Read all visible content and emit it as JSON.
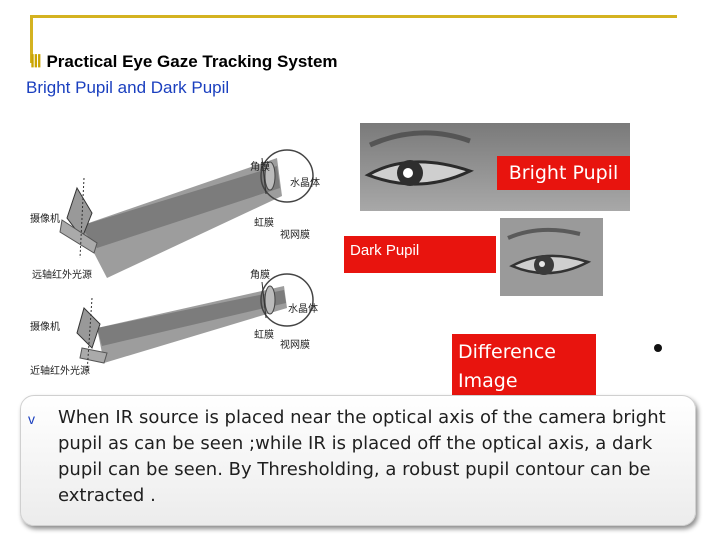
{
  "slide": {
    "title_numeral": "Ⅲ",
    "title": "Practical Eye Gaze Tracking System",
    "subtitle": "Bright Pupil and Dark Pupil"
  },
  "diagram": {
    "upper": {
      "cornea": "角膜",
      "lens": "水晶体",
      "iris": "虹膜",
      "retina": "视网膜",
      "camera": "摄像机",
      "source": "远轴红外光源"
    },
    "lower": {
      "cornea": "角膜",
      "lens": "水晶体",
      "iris": "虹膜",
      "retina": "视网膜",
      "camera": "摄像机",
      "source": "近轴红外光源"
    }
  },
  "labels": {
    "bright_pupil": "Bright Pupil",
    "dark_pupil": "Dark Pupil",
    "difference_image": "Difference Image"
  },
  "bullet": {
    "glyph": "v",
    "text": "When IR source is placed near the optical axis of the camera bright pupil as can be seen ;while IR is placed off the optical axis, a dark pupil can be seen. By Thresholding, a robust pupil contour can be extracted ."
  },
  "colors": {
    "frame": "#d4b220",
    "subtitle": "#1a3fbf",
    "label_fill": "#e8140e"
  }
}
